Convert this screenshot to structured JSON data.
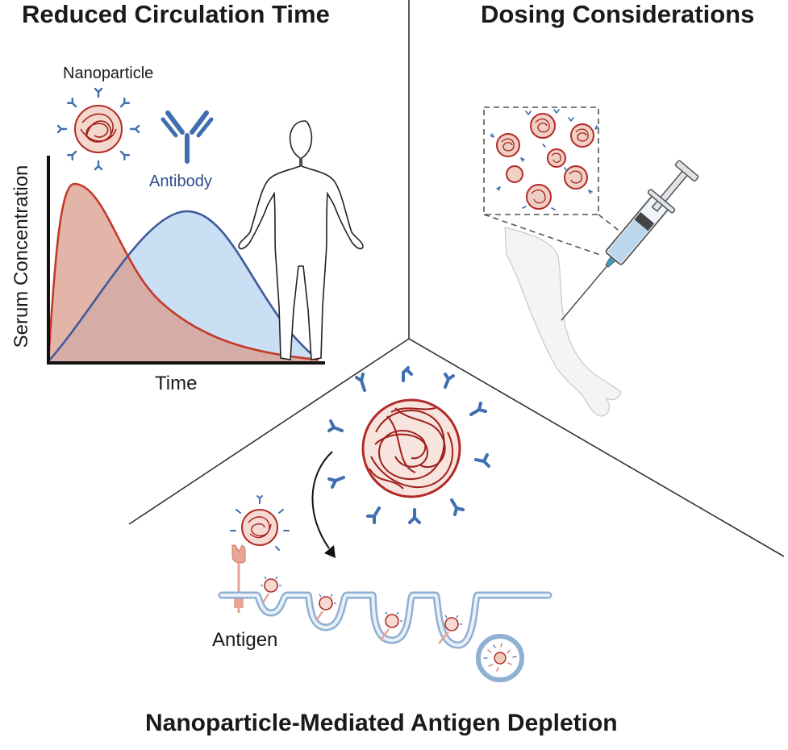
{
  "panels": {
    "circulation": {
      "title": "Reduced Circulation Time",
      "nanoparticle_label": "Nanoparticle",
      "antibody_label": "Antibody",
      "chart": {
        "xlabel": "Time",
        "ylabel": "Serum Concentration"
      }
    },
    "dosing": {
      "title": "Dosing Considerations"
    },
    "depletion": {
      "title": "Nanoparticle-Mediated Antigen Depletion",
      "antigen_label": "Antigen"
    }
  },
  "colors": {
    "nanoparticle_red": "#b22a26",
    "nanoparticle_fill": "#e8b3a2",
    "antibody_blue": "#3f6fb0",
    "antibody_fill": "#c8ddf3",
    "antigen_pink": "#e8a596",
    "membrane": "#a9c2dc",
    "divider": "#333333"
  },
  "icons": [
    "nanoparticle-icon",
    "antibody-icon",
    "human-body-icon",
    "syringe-icon",
    "arm-icon",
    "cell-membrane-icon",
    "endosome-icon",
    "arrow-icon"
  ]
}
